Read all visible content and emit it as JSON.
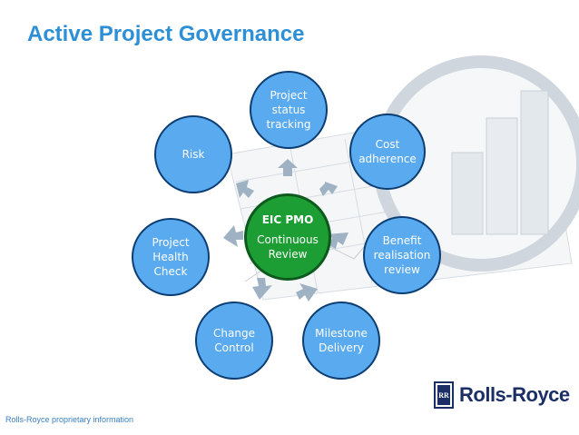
{
  "title": "Active Project Governance",
  "footer": "Rolls-Royce proprietary information",
  "brand": "Rolls-Royce",
  "center": {
    "head": "EIC PMO",
    "line1": "Continuous",
    "line2": "Review"
  },
  "nodes": {
    "status": [
      "Project",
      "status",
      "tracking"
    ],
    "cost": [
      "Cost",
      "adherence"
    ],
    "benefit": [
      "Benefit",
      "realisation",
      "review"
    ],
    "milestone": [
      "Milestone",
      "Delivery"
    ],
    "change": [
      "Change",
      "Control"
    ],
    "health": [
      "Project",
      "Health",
      "Check"
    ],
    "risk": [
      "Risk"
    ]
  },
  "colors": {
    "node_fill": "#5aaaf0",
    "node_border": "#0d3e73",
    "center_fill": "#1d9e34",
    "title": "#2d8fd5",
    "arrow": "#9fb2c4"
  }
}
